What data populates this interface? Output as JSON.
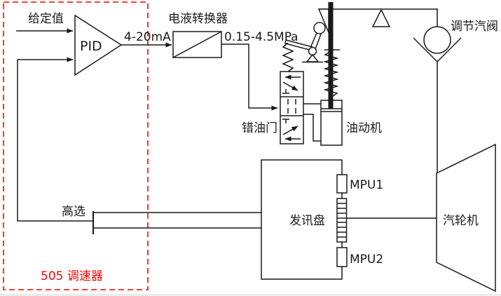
{
  "colors": {
    "line": "#1a1a1a",
    "accent_red": "#ff0000",
    "background": "#ffffff"
  },
  "labels": {
    "setpoint": "给定值",
    "pid": "PID",
    "current_signal": "4-20mA",
    "electro_hydraulic_converter": "电液转换器",
    "pressure_range": "0.15-4.5MPa",
    "pilot_valve": "错油门",
    "oil_servomotor": "油动机",
    "regulating_steam_valve": "调节汽阀",
    "high_select": "高选",
    "signal_disk": "发讯盘",
    "mpu1": "MPU1",
    "mpu2": "MPU2",
    "governor": "505 调速器",
    "steam_turbine": "汽轮机"
  }
}
